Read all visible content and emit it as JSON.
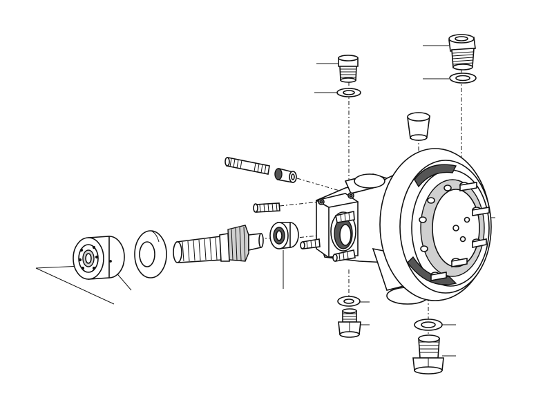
{
  "diagram": {
    "ink_color": "#111111",
    "background": "#ffffff",
    "parts": [
      "ball-bearing",
      "spacer-ring",
      "splined-pinion-shaft",
      "needle-bearing",
      "threaded-stud-long",
      "sleeve-nut",
      "threaded-stud-short",
      "final-drive-housing",
      "housing-cover-flange",
      "drain-plug-top",
      "sealing-ring-top",
      "filler-plug",
      "sealing-ring-filler",
      "breather-cap",
      "sealing-ring-bottom-left",
      "drain-plug-bottom-left",
      "sealing-ring-bottom-right",
      "drain-plug-bottom-right"
    ]
  }
}
